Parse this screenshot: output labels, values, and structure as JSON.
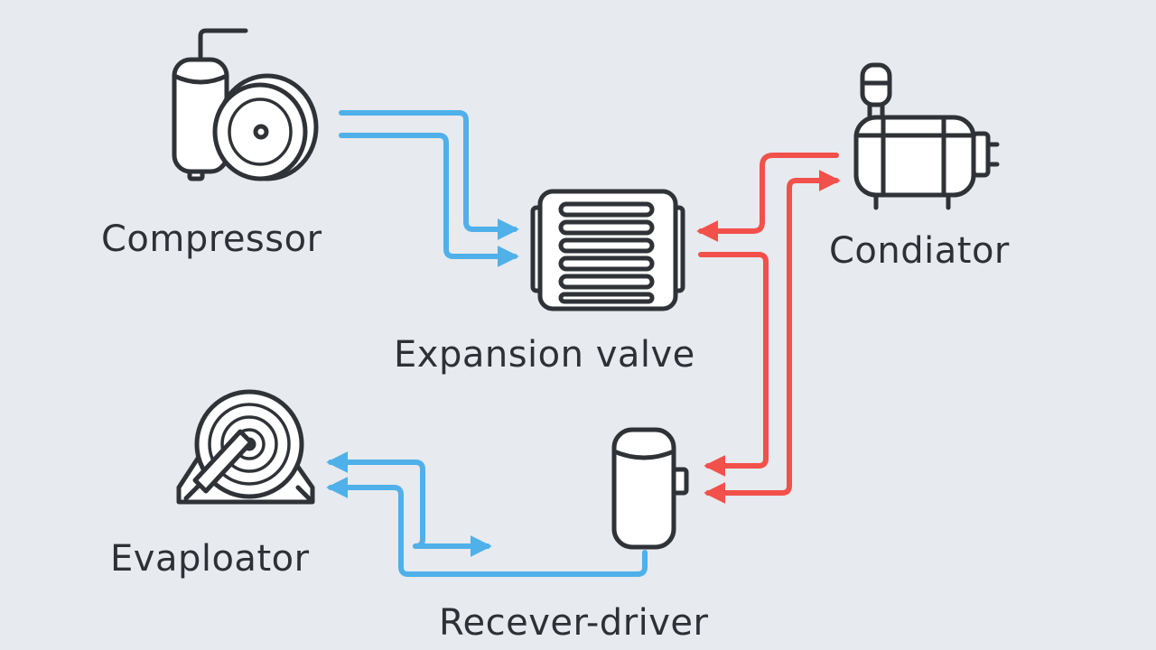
{
  "components": [
    {
      "id": "compressor",
      "label": "Compressor",
      "icon": "compressor-icon"
    },
    {
      "id": "expansion-valve",
      "label": "Expansion valve",
      "icon": "expansion-valve-icon"
    },
    {
      "id": "condiator",
      "label": "Condiator",
      "icon": "condenser-icon"
    },
    {
      "id": "evaploator",
      "label": "Evaploator",
      "icon": "evaporator-icon"
    },
    {
      "id": "receiver-driver",
      "label": "Recever-driver",
      "icon": "receiver-drier-icon"
    }
  ],
  "colors": {
    "background": "#e7eaee",
    "cold_line": "#4fb0ea",
    "hot_line": "#f2504b",
    "outline": "#2f3237",
    "label": "#2d3136"
  }
}
